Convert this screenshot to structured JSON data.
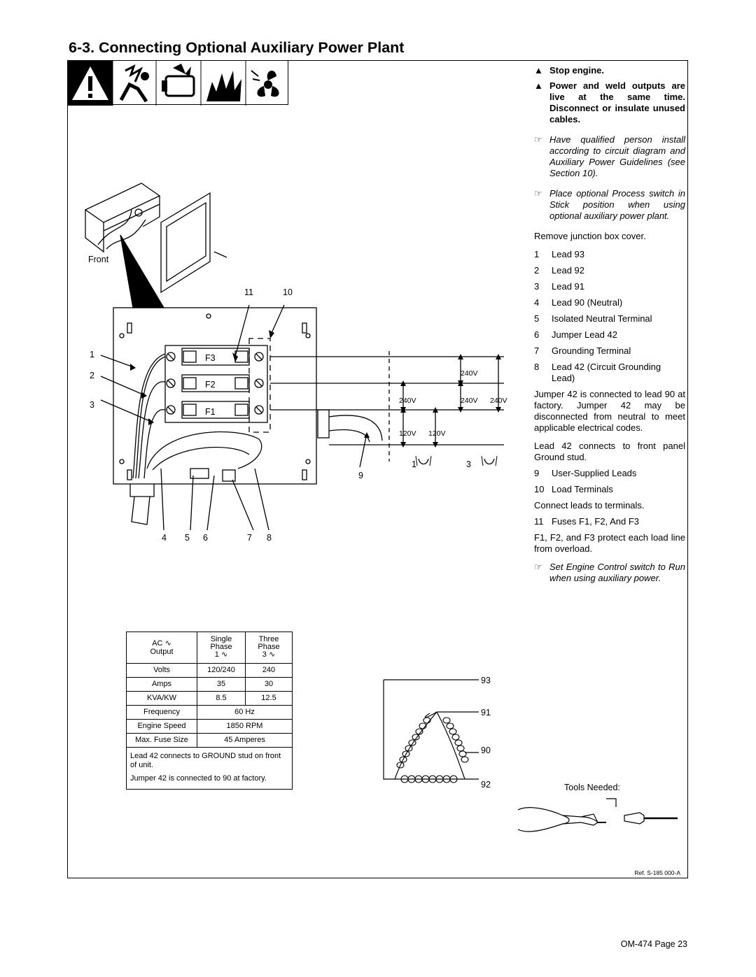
{
  "title": "6-3.   Connecting Optional Auxiliary Power Plant",
  "warnings": [
    "Stop engine.",
    "Power and weld outputs are live at the same time. Disconnect or insulate unused cables."
  ],
  "notes": [
    "Have qualified person install according to circuit diagram and Auxiliary Power Guidelines (see Section 10).",
    "Place optional Process switch in Stick position when using optional auxiliary power plant.",
    "Set Engine Control switch to Run when using auxiliary power."
  ],
  "instruction_remove": "Remove junction box cover.",
  "items": [
    {
      "num": "1",
      "text": "Lead 93"
    },
    {
      "num": "2",
      "text": "Lead 92"
    },
    {
      "num": "3",
      "text": "Lead 91"
    },
    {
      "num": "4",
      "text": "Lead 90 (Neutral)"
    },
    {
      "num": "5",
      "text": "Isolated Neutral Terminal"
    },
    {
      "num": "6",
      "text": "Jumper Lead 42"
    },
    {
      "num": "7",
      "text": "Grounding Terminal"
    },
    {
      "num": "8",
      "text": "Lead 42 (Circuit Grounding Lead)"
    }
  ],
  "para_jumper": "Jumper 42 is connected to lead 90 at factory. Jumper 42 may be disconnected from neutral to meet applicable electrical codes.",
  "para_lead42": "Lead 42 connects to front panel Ground stud.",
  "items2": [
    {
      "num": "9",
      "text": "User-Supplied Leads"
    },
    {
      "num": "10",
      "text": "Load Terminals"
    }
  ],
  "instruction_connect": "Connect leads to terminals.",
  "items3": [
    {
      "num": "11",
      "text": "Fuses F1, F2, And F3"
    }
  ],
  "para_fuses": "F1, F2, and F3 protect each load line from overload.",
  "diagram": {
    "front_label": "Front",
    "fuses": [
      "F3",
      "F2",
      "F1"
    ],
    "callouts_left": [
      "1",
      "2",
      "3"
    ],
    "callouts_top": [
      "11",
      "10"
    ],
    "callouts_bottom": [
      "4",
      "5",
      "6",
      "7",
      "8"
    ],
    "callout_9": "9",
    "voltages": {
      "v240_top": "240V",
      "v240_a": "240V",
      "v240_b": "240V",
      "v240_c": "240V",
      "v120_a": "120V",
      "v120_b": "120V"
    },
    "phase_1": "1",
    "phase_3": "3"
  },
  "spec_table": {
    "header": [
      "AC",
      "Output",
      "Single",
      "Phase",
      "1",
      "Three",
      "Phase",
      "3"
    ],
    "rows": [
      [
        "Volts",
        "120/240",
        "240"
      ],
      [
        "Amps",
        "35",
        "30"
      ],
      [
        "KVA/KW",
        "8.5",
        "12.5"
      ]
    ],
    "merged_rows": [
      [
        "Frequency",
        "60 Hz"
      ],
      [
        "Engine Speed",
        "1850 RPM"
      ],
      [
        "Max. Fuse Size",
        "45 Amperes"
      ]
    ],
    "note1": "Lead 42 connects to GROUND stud on front of unit.",
    "note2": "Jumper 42 is connected to 90 at factory."
  },
  "delta": {
    "labels": [
      "93",
      "91",
      "90",
      "92"
    ]
  },
  "tools_needed": "Tools Needed:",
  "ref": "Ref. S-185 000-A",
  "footer": "OM-474 Page 23"
}
